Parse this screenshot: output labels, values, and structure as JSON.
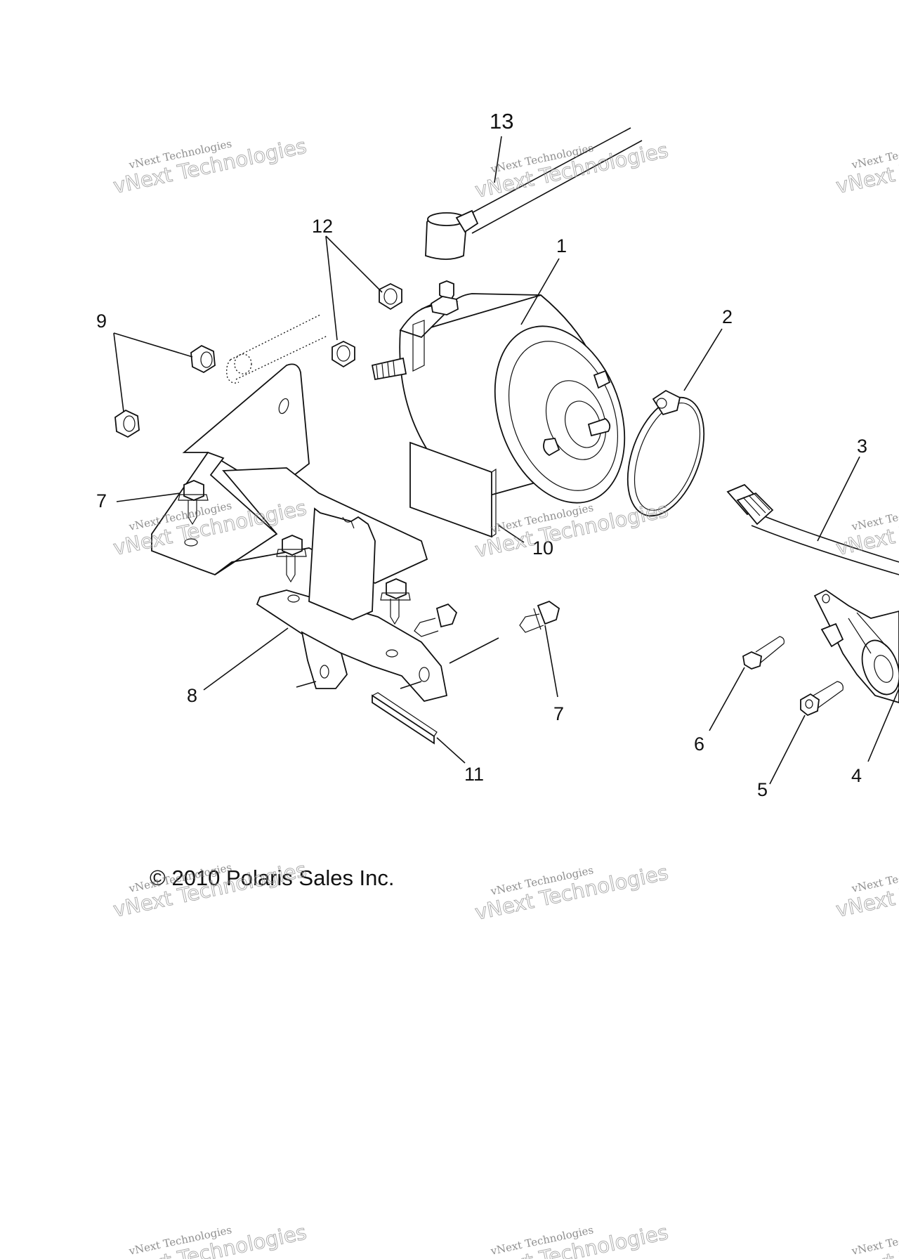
{
  "callouts": [
    {
      "id": "1",
      "text": "1"
    },
    {
      "id": "2",
      "text": "2"
    },
    {
      "id": "3",
      "text": "3"
    },
    {
      "id": "4",
      "text": "4"
    },
    {
      "id": "5",
      "text": "5"
    },
    {
      "id": "6",
      "text": "6"
    },
    {
      "id": "7a",
      "text": "7"
    },
    {
      "id": "7b",
      "text": "7"
    },
    {
      "id": "8",
      "text": "8"
    },
    {
      "id": "9",
      "text": "9"
    },
    {
      "id": "10",
      "text": "10"
    },
    {
      "id": "11",
      "text": "11"
    },
    {
      "id": "12",
      "text": "12"
    },
    {
      "id": "13",
      "text": "13"
    }
  ],
  "copyright": "© 2010 Polaris Sales Inc.",
  "watermark": {
    "line1": "vNext Technologies",
    "line2": "vNext Technologies"
  }
}
